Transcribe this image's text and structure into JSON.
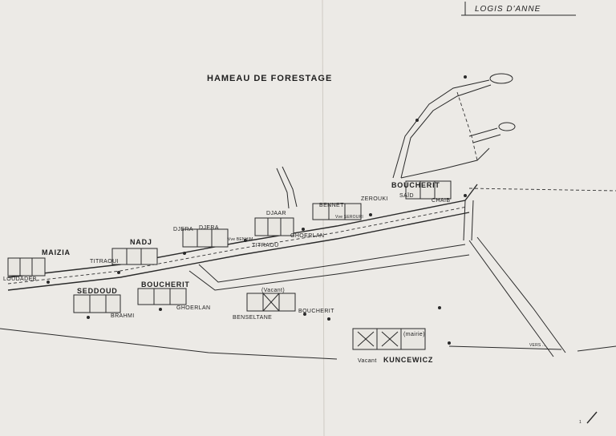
{
  "title": "HAMEAU DE FORESTAGE",
  "stamp": "LOGIS D'ANNE",
  "labels": {
    "maizia": "MAIZIA",
    "loudadeb": "LOUDADEB",
    "titraoui": "TITRAOUI",
    "nadj": "NADJ",
    "djera1": "DJERA",
    "djera2": "DJERA",
    "benhim": "Vve BENHIM",
    "titraou2": "TITRAOU",
    "djaar": "DJAAR",
    "ghoerlan1": "GHOERLAN",
    "bennet": "BENNET",
    "zerouki": "ZEROUKI",
    "vve_serouri": "Vve SEROURI",
    "boucherit1": "BOUCHERIT",
    "said": "SAÏD",
    "chaib": "CHAIB",
    "seddoud": "SEDDOUD",
    "boucherit2": "BOUCHERIT",
    "brahmi": "BRAHMI",
    "ghoerlan2": "GHOERLAN",
    "vacant1": "(Vacant)",
    "benseltane": "BENSELTANE",
    "boucherit3": "BOUCHERIT",
    "mairie": "(mairie)",
    "vacant2": "Vacant",
    "kuncewicz": "KUNCEWICZ",
    "vers": "VERS ...",
    "page_num": "1"
  },
  "colors": {
    "paper": "#eceae6",
    "ink": "#2a2a2a"
  }
}
